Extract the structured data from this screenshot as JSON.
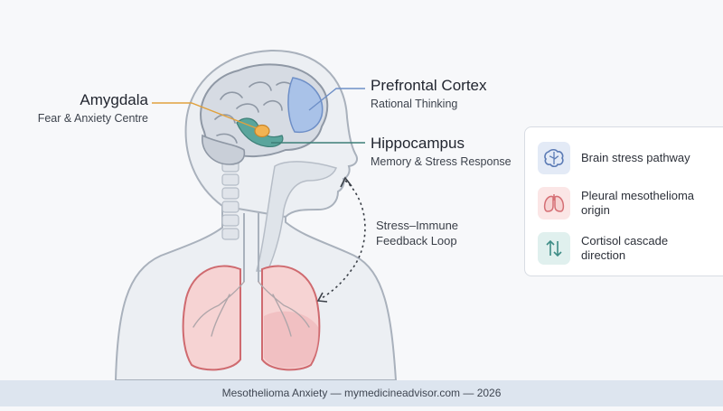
{
  "labels": {
    "amygdala": {
      "title": "Amygdala",
      "subtitle": "Fear & Anxiety Centre"
    },
    "prefrontal": {
      "title": "Prefrontal Cortex",
      "subtitle": "Rational Thinking"
    },
    "hippocampus": {
      "title": "Hippocampus",
      "subtitle": "Memory & Stress Response"
    },
    "loop": {
      "line1": "Stress–Immune",
      "line2": "Feedback Loop"
    }
  },
  "legend": {
    "items": [
      {
        "text": "Brain stress pathway",
        "icon": "brain-icon",
        "color": "#5b7bb5",
        "bg": "#e3eaf6"
      },
      {
        "text": "Pleural mesothelioma origin",
        "icon": "lungs-icon",
        "color": "#d56f75",
        "bg": "#fbe6e6"
      },
      {
        "text": "Cortisol cascade direction",
        "icon": "arrows-updown-icon",
        "color": "#3e8d86",
        "bg": "#e0f0ee"
      }
    ]
  },
  "footer": {
    "text": "Mesothelioma Anxiety — mymedicineadvisor.com — 2026"
  },
  "colors": {
    "body_fill": "#eceff3",
    "body_stroke": "#a9b1bc",
    "prefrontal": "#a9c2e8",
    "amygdala": "#f3b352",
    "hippocampus": "#5aa59c",
    "lung_fill": "#f6d3d3",
    "lung_stroke": "#cf6a6f"
  }
}
